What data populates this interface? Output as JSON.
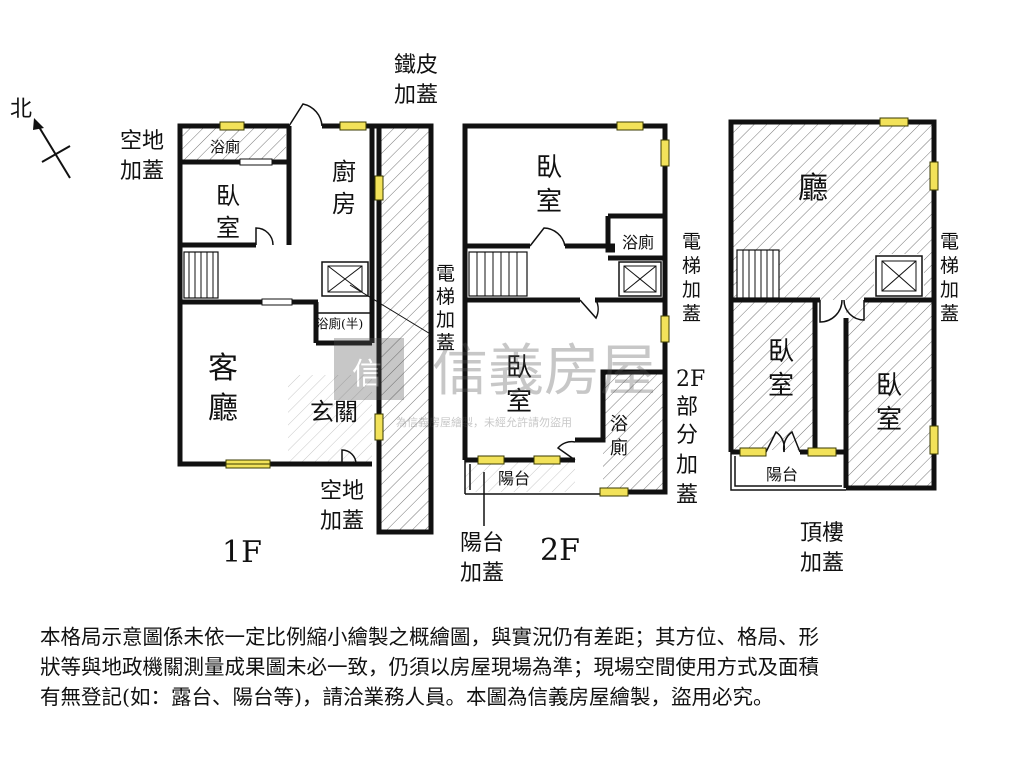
{
  "compass": {
    "label": "北"
  },
  "watermark": {
    "brand": "信義房屋",
    "notice": "為信義房屋繪製，未經允許請勿盜用",
    "tag": "信"
  },
  "floor_1": {
    "caption": "1F",
    "rooms": {
      "bath": "浴廁",
      "bedroom_1": "臥",
      "bedroom_2": "室",
      "kitchen_1": "廚",
      "kitchen_2": "房",
      "living_1": "客",
      "living_2": "廳",
      "half_bath": "浴廁(半)",
      "foyer": "玄關"
    },
    "annotations": {
      "yard_top_1": "空地",
      "yard_top_2": "加蓋",
      "iron_1": "鐵皮",
      "iron_2": "加蓋",
      "elevator": [
        "電",
        "梯",
        "加",
        "蓋"
      ],
      "yard_bottom_1": "空地",
      "yard_bottom_2": "加蓋"
    }
  },
  "floor_2": {
    "caption": "2F",
    "rooms": {
      "bedroom_top_1": "臥",
      "bedroom_top_2": "室",
      "bath_top": "浴廁",
      "bedroom_mid_1": "臥",
      "bedroom_mid_2": "室",
      "bath_lower_1": "浴",
      "bath_lower_2": "廁",
      "balcony": "陽台"
    },
    "annotations": {
      "elevator": [
        "電",
        "梯",
        "加",
        "蓋"
      ],
      "partial": [
        "2F",
        "部",
        "分",
        "加",
        "蓋"
      ],
      "balcony_1": "陽台",
      "balcony_2": "加蓋"
    }
  },
  "floor_roof": {
    "caption_1": "頂樓",
    "caption_2": "加蓋",
    "rooms": {
      "hall": "廳",
      "bedroom_left_1": "臥",
      "bedroom_left_2": "室",
      "bedroom_right_1": "臥",
      "bedroom_right_2": "室",
      "balcony": "陽台"
    },
    "annotations": {
      "elevator": [
        "電",
        "梯",
        "加",
        "蓋"
      ]
    }
  },
  "disclaimer": {
    "lines": [
      "本格局示意圖係未依一定比例縮小繪製之概繪圖，與實況仍有差距；其方位、格局、形",
      "狀等與地政機關測量成果圖未必一致，仍須以房屋現場為準；現場空間使用方式及面積",
      "有無登記(如：露台、陽台等)，請洽業務人員。本圖為信義房屋繪製，盜用必究。"
    ]
  }
}
